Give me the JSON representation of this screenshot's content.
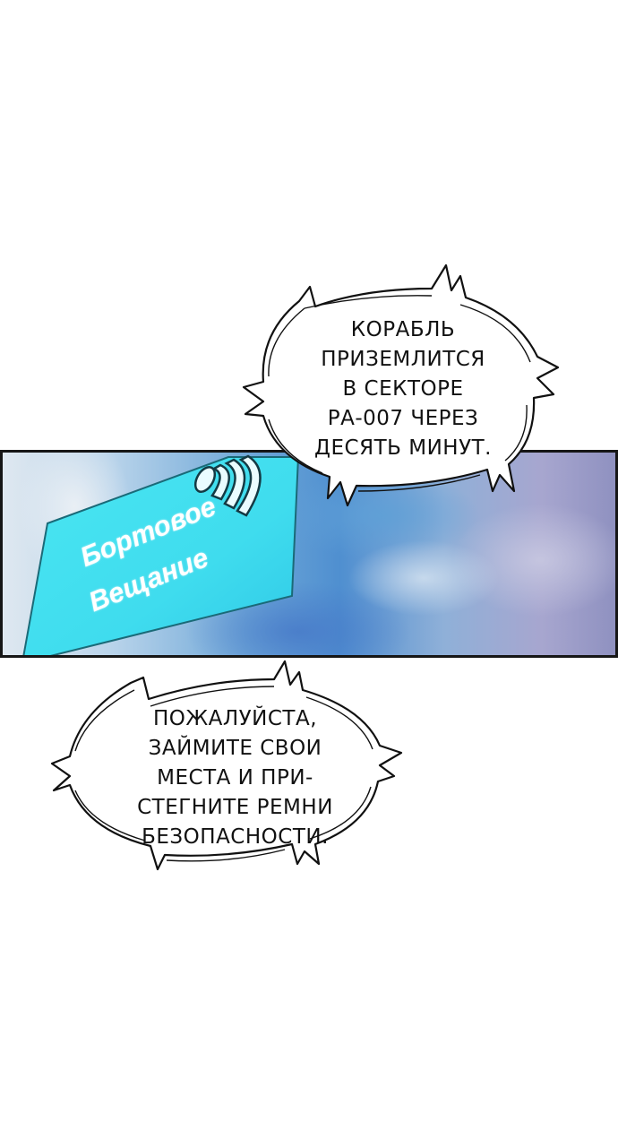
{
  "page": {
    "type": "webcomic-page",
    "background_color": "#ffffff"
  },
  "panel": {
    "border_color": "#161616",
    "sign": {
      "color": "#3fe3ef",
      "text_color": "#ffffff",
      "icon": "broadcast-signal-icon",
      "lines": [
        "Бортовое",
        "Вещание"
      ]
    }
  },
  "bubbles": [
    {
      "id": "announcement-1",
      "shape": "spiky-electronic",
      "lines": [
        "Корабль",
        "приземлится",
        "в секторе",
        "РА-007 через",
        "десять минут."
      ]
    },
    {
      "id": "announcement-2",
      "shape": "spiky-electronic",
      "lines": [
        "Пожалуйста,",
        "займите свои",
        "места и при-",
        "стегните ремни",
        "безопасности."
      ]
    }
  ]
}
